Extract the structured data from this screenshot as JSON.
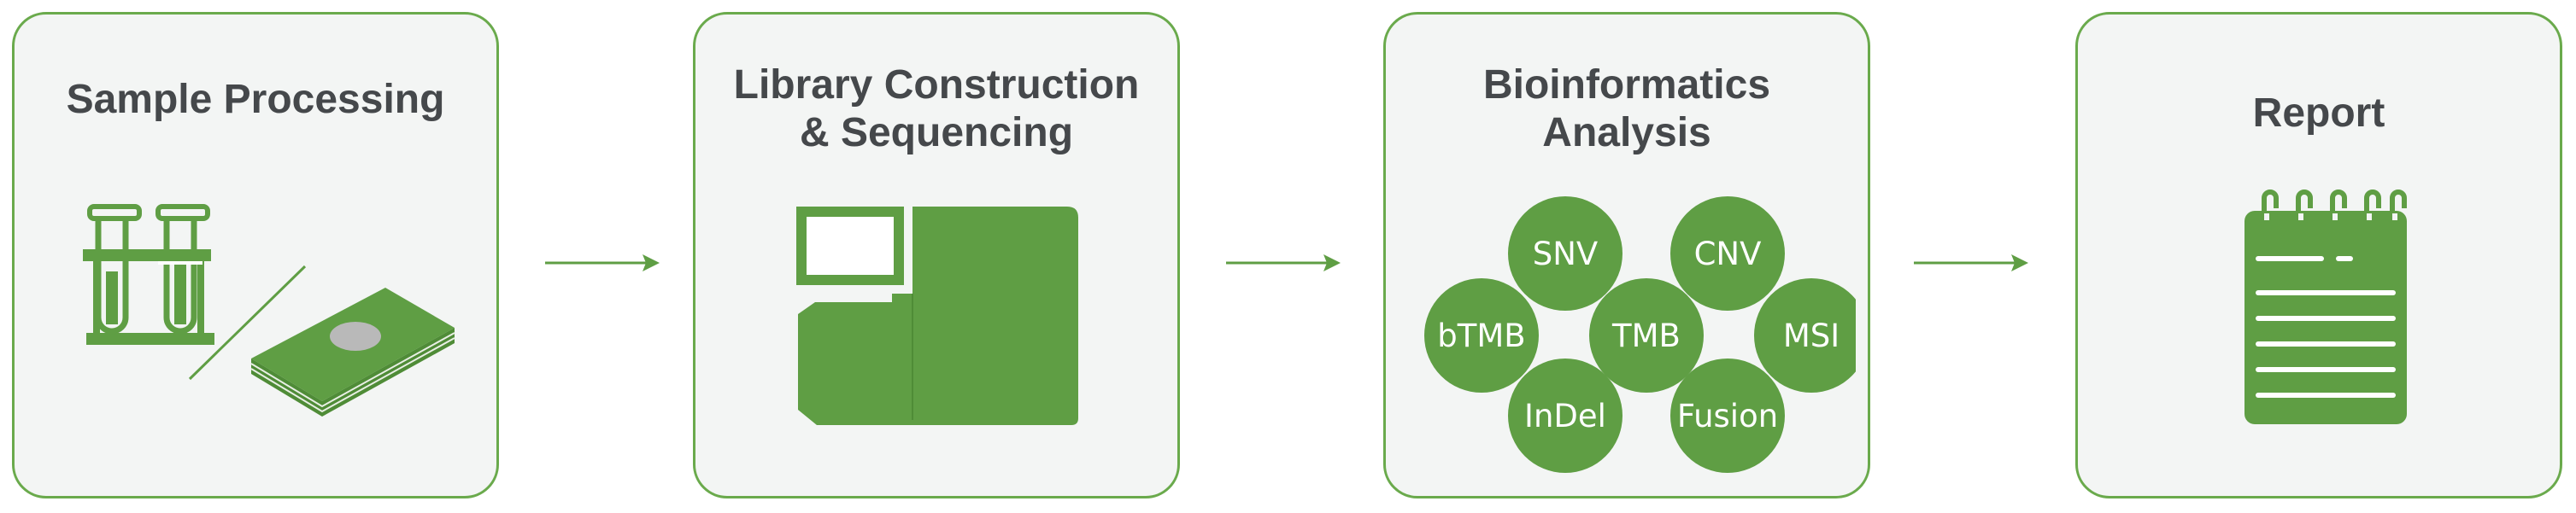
{
  "steps": [
    {
      "title_line1": "Sample Processing",
      "title_line2": ""
    },
    {
      "title_line1": "Library Construction",
      "title_line2": "& Sequencing"
    },
    {
      "title_line1": "Bioinformatics",
      "title_line2": "Analysis"
    },
    {
      "title_line1": "Report",
      "title_line2": ""
    }
  ],
  "analysis_items": [
    "SNV",
    "CNV",
    "bTMB",
    "TMB",
    "MSI",
    "InDel",
    "Fusion"
  ],
  "colors": {
    "accent": "#5f9e44",
    "border": "#6aaa4c",
    "card_bg": "#f3f5f4",
    "title": "#45484b"
  },
  "icons": [
    "test-tubes-icon",
    "tissue-slide-icon",
    "sequencer-icon",
    "report-notepad-icon",
    "arrow-right-icon"
  ]
}
